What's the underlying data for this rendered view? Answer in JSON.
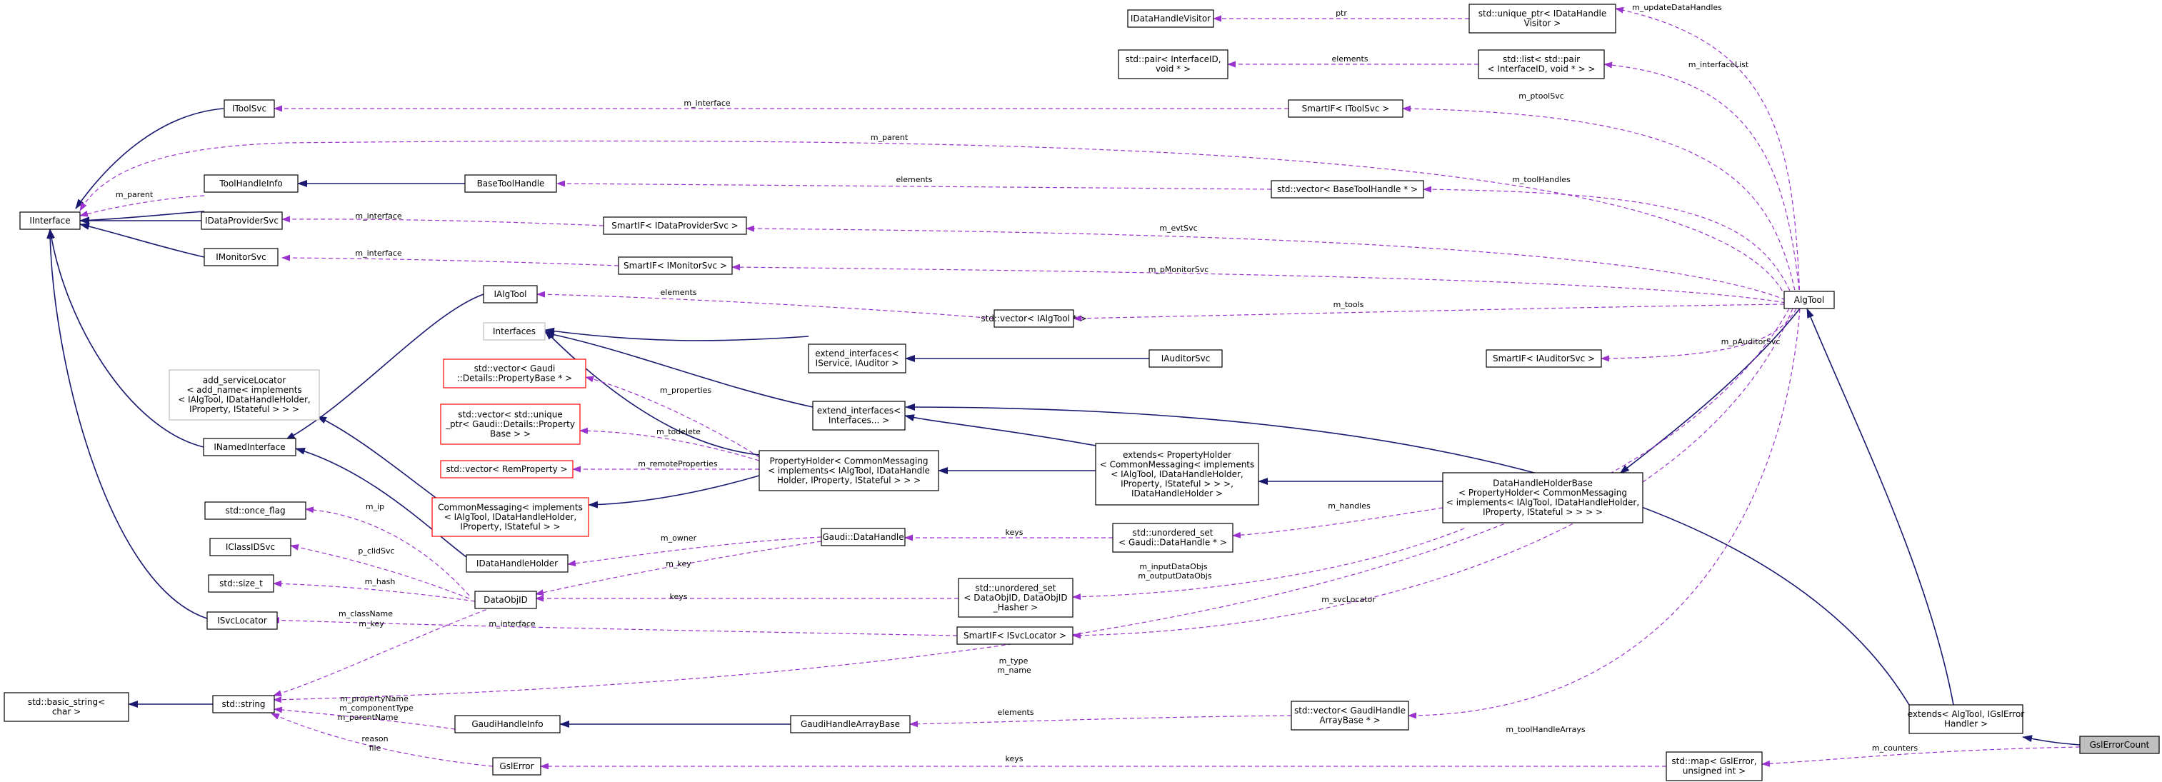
{
  "nodes": [
    {
      "id": "IInterface",
      "lines": [
        "IInterface"
      ]
    },
    {
      "id": "IToolSvc",
      "lines": [
        "IToolSvc"
      ]
    },
    {
      "id": "ToolHandleInfo",
      "lines": [
        "ToolHandleInfo"
      ]
    },
    {
      "id": "IDataProviderSvc",
      "lines": [
        "IDataProviderSvc"
      ]
    },
    {
      "id": "IMonitorSvc",
      "lines": [
        "IMonitorSvc"
      ]
    },
    {
      "id": "IAlgTool",
      "lines": [
        "IAlgTool"
      ]
    },
    {
      "id": "Interfaces",
      "lines": [
        "Interfaces"
      ]
    },
    {
      "id": "add_serviceLocator",
      "lines": [
        "add_serviceLocator",
        "< add_name< implements",
        "< IAlgTool, IDataHandleHolder,",
        "IProperty, IStateful > > >"
      ]
    },
    {
      "id": "INamedInterface",
      "lines": [
        "INamedInterface"
      ]
    },
    {
      "id": "vec_PropertyBase",
      "lines": [
        "std::vector< Gaudi",
        "::Details::PropertyBase * >"
      ]
    },
    {
      "id": "vec_unique_PropertyBase",
      "lines": [
        "std::vector< std::unique",
        "_ptr< Gaudi::Details::Property",
        "Base > >"
      ]
    },
    {
      "id": "vec_RemProperty",
      "lines": [
        "std::vector< RemProperty >"
      ]
    },
    {
      "id": "CommonMessaging",
      "lines": [
        "CommonMessaging< implements",
        "< IAlgTool, IDataHandleHolder,",
        "IProperty, IStateful > >"
      ]
    },
    {
      "id": "once_flag",
      "lines": [
        "std::once_flag"
      ]
    },
    {
      "id": "IClassIDSvc",
      "lines": [
        "IClassIDSvc"
      ]
    },
    {
      "id": "size_t",
      "lines": [
        "std::size_t"
      ]
    },
    {
      "id": "IDataHandleHolder",
      "lines": [
        "IDataHandleHolder"
      ]
    },
    {
      "id": "ISvcLocator",
      "lines": [
        "ISvcLocator"
      ]
    },
    {
      "id": "DataObjID",
      "lines": [
        "DataObjID"
      ]
    },
    {
      "id": "basic_string",
      "lines": [
        "std::basic_string<",
        "char >"
      ]
    },
    {
      "id": "string",
      "lines": [
        "std::string"
      ]
    },
    {
      "id": "GaudiHandleInfo",
      "lines": [
        "GaudiHandleInfo"
      ]
    },
    {
      "id": "GslError",
      "lines": [
        "GslError"
      ]
    },
    {
      "id": "IDataHandleVisitor",
      "lines": [
        "IDataHandleVisitor"
      ]
    },
    {
      "id": "pair_InterfaceID",
      "lines": [
        "std::pair< InterfaceID,",
        "void * >"
      ]
    },
    {
      "id": "BaseToolHandle",
      "lines": [
        "BaseToolHandle"
      ]
    },
    {
      "id": "SmartIF_IDataProviderSvc",
      "lines": [
        "SmartIF< IDataProviderSvc >"
      ]
    },
    {
      "id": "SmartIF_IMonitorSvc",
      "lines": [
        "SmartIF< IMonitorSvc >"
      ]
    },
    {
      "id": "extend_interfaces_IService",
      "lines": [
        "extend_interfaces<",
        "IService, IAuditor >"
      ]
    },
    {
      "id": "extend_interfaces",
      "lines": [
        "extend_interfaces<",
        "Interfaces... >"
      ]
    },
    {
      "id": "PropertyHolder",
      "lines": [
        "PropertyHolder< CommonMessaging",
        "< implements< IAlgTool, IDataHandle",
        "Holder, IProperty, IStateful > > >"
      ]
    },
    {
      "id": "DataHandle",
      "lines": [
        "Gaudi::DataHandle"
      ]
    },
    {
      "id": "unordered_set_DataObjID",
      "lines": [
        "std::unordered_set",
        "< DataObjID, DataObjID",
        "_Hasher >"
      ]
    },
    {
      "id": "SmartIF_ISvcLocator",
      "lines": [
        "SmartIF< ISvcLocator >"
      ]
    },
    {
      "id": "GaudiHandleArrayBase",
      "lines": [
        "GaudiHandleArrayBase"
      ]
    },
    {
      "id": "unique_ptr_Visitor",
      "lines": [
        "std::unique_ptr< IDataHandle",
        "Visitor >"
      ]
    },
    {
      "id": "list_pair",
      "lines": [
        "std::list< std::pair",
        "< InterfaceID, void * > >"
      ]
    },
    {
      "id": "SmartIF_IToolSvc",
      "lines": [
        "SmartIF< IToolSvc >"
      ]
    },
    {
      "id": "vec_BaseToolHandle",
      "lines": [
        "std::vector< BaseToolHandle * >"
      ]
    },
    {
      "id": "vec_IAlgTool",
      "lines": [
        "std::vector< IAlgTool * >"
      ]
    },
    {
      "id": "IAuditorSvc",
      "lines": [
        "IAuditorSvc"
      ]
    },
    {
      "id": "extends_PropertyHolder",
      "lines": [
        "extends< PropertyHolder",
        "< CommonMessaging< implements",
        "< IAlgTool, IDataHandleHolder,",
        "IProperty, IStateful > > >,",
        "IDataHandleHolder >"
      ]
    },
    {
      "id": "unordered_set_DataHandle",
      "lines": [
        "std::unordered_set",
        "< Gaudi::DataHandle * >"
      ]
    },
    {
      "id": "vec_GaudiHandleArrayBase",
      "lines": [
        "std::vector< GaudiHandle",
        "ArrayBase * >"
      ]
    },
    {
      "id": "map_GslError",
      "lines": [
        "std::map< GslError,",
        "unsigned int >"
      ]
    },
    {
      "id": "SmartIF_IAuditorSvc",
      "lines": [
        "SmartIF< IAuditorSvc >"
      ]
    },
    {
      "id": "DataHandleHolderBase",
      "lines": [
        "DataHandleHolderBase",
        "< PropertyHolder< CommonMessaging",
        "< implements< IAlgTool, IDataHandleHolder,",
        "IProperty, IStateful > > > >"
      ]
    },
    {
      "id": "AlgTool",
      "lines": [
        "AlgTool"
      ]
    },
    {
      "id": "extends_AlgTool",
      "lines": [
        "extends< AlgTool, IGslError",
        "Handler >"
      ]
    },
    {
      "id": "GslErrorCount",
      "lines": [
        "GslErrorCount"
      ]
    }
  ],
  "edge_labels": {
    "ptr": "ptr",
    "elements_list": "elements",
    "m_interface": "m_interface",
    "m_parent": "m_parent",
    "elements_bth": "elements",
    "elements_algtool": "elements",
    "m_properties": "m_properties",
    "m_todelete": "m_todelete",
    "m_remoteProperties": "m_remoteProperties",
    "m_ip": "m_ip",
    "p_clidSvc": "p_clidSvc",
    "m_hash": "m_hash",
    "m_owner": "m_owner",
    "m_key": "m_key",
    "keys_dh": "keys",
    "keys_doid": "keys",
    "m_className": "m_className",
    "m_key2": "m_key",
    "m_propertyName": "m_propertyName",
    "m_componentType": "m_componentType",
    "m_parentName": "m_parentName",
    "reason": "reason",
    "file": "file",
    "elements_ghab": "elements",
    "keys_gsl": "keys",
    "m_updateDataHandles": "m_updateDataHandles",
    "m_interfaceList": "m_interfaceList",
    "m_ptoolSvc": "m_ptoolSvc",
    "m_toolHandles": "m_toolHandles",
    "m_evtSvc": "m_evtSvc",
    "m_pMonitorSvc": "m_pMonitorSvc",
    "m_tools": "m_tools",
    "m_pAuditorSvc": "m_pAuditorSvc",
    "m_handles": "m_handles",
    "m_inputDataObjs": "m_inputDataObjs",
    "m_outputDataObjs": "m_outputDataObjs",
    "m_svcLocator": "m_svcLocator",
    "m_type": "m_type",
    "m_name": "m_name",
    "m_toolHandleArrays": "m_toolHandleArrays",
    "m_counters": "m_counters"
  }
}
